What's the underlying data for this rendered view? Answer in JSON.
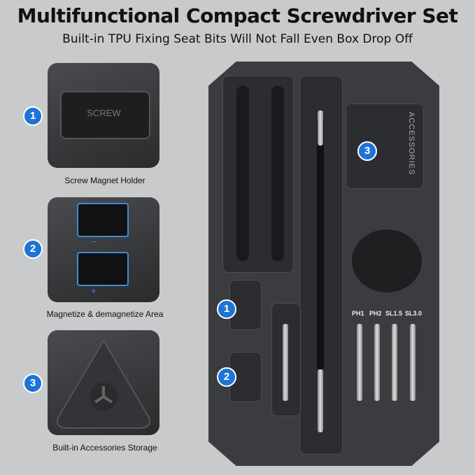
{
  "header": {
    "title": "Multifunctional Compact Screwdriver Set",
    "subtitle": "Built-in TPU Fixing Seat Bits Will Not Fall Even Box Drop Off"
  },
  "features": [
    {
      "number": "1",
      "label": "Screw Magnet Holder",
      "embossed_text": "SCREW"
    },
    {
      "number": "2",
      "label": "Magnetize & demagnetize Area",
      "symbols": [
        "−",
        "+"
      ]
    },
    {
      "number": "3",
      "label": "Built-in Accessories Storage"
    }
  ],
  "tray": {
    "lid_text": "ACCESSORIES",
    "bit_labels": [
      "PH1",
      "PH2",
      "SL1.5",
      "SL3.0"
    ],
    "markers": [
      "1",
      "2",
      "3"
    ]
  },
  "colors": {
    "accent": "#1e73d6",
    "background": "#c9cacc",
    "tray": "#3b3c3f"
  }
}
